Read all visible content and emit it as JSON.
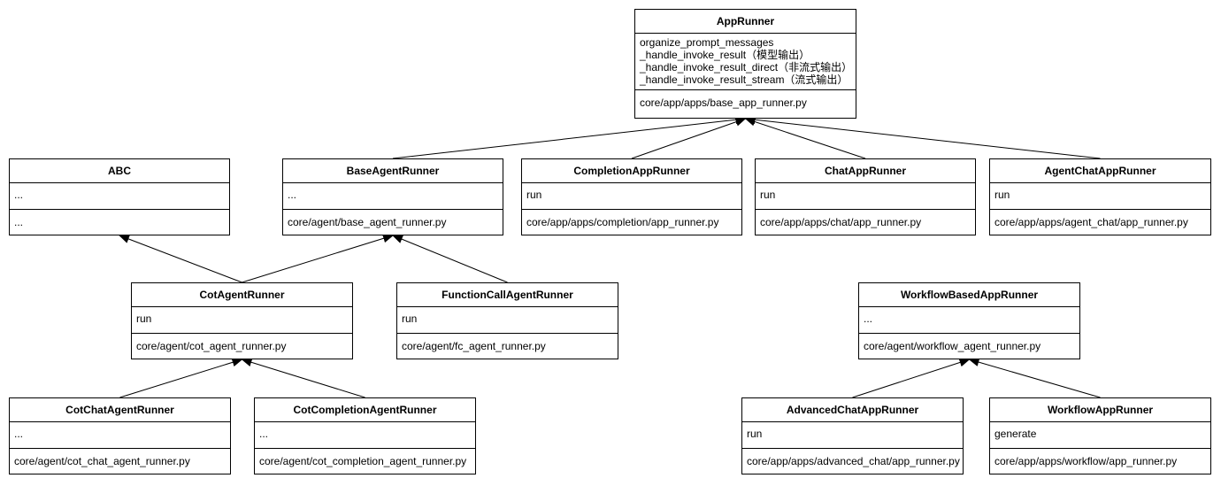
{
  "classes": {
    "app_runner": {
      "name": "AppRunner",
      "methods": [
        "organize_prompt_messages",
        "_handle_invoke_result（模型输出）",
        "_handle_invoke_result_direct（非流式输出）",
        "_handle_invoke_result_stream（流式输出）"
      ],
      "file": "core/app/apps/base_app_runner.py"
    },
    "abc": {
      "name": "ABC",
      "methods": "...",
      "file": "..."
    },
    "base_agent_runner": {
      "name": "BaseAgentRunner",
      "methods": "...",
      "file": "core/agent/base_agent_runner.py"
    },
    "completion_app_runner": {
      "name": "CompletionAppRunner",
      "methods": "run",
      "file": "core/app/apps/completion/app_runner.py"
    },
    "chat_app_runner": {
      "name": "ChatAppRunner",
      "methods": "run",
      "file": "core/app/apps/chat/app_runner.py"
    },
    "agent_chat_app_runner": {
      "name": "AgentChatAppRunner",
      "methods": "run",
      "file": "core/app/apps/agent_chat/app_runner.py"
    },
    "cot_agent_runner": {
      "name": "CotAgentRunner",
      "methods": "run",
      "file": "core/agent/cot_agent_runner.py"
    },
    "function_call_agent_runner": {
      "name": "FunctionCallAgentRunner",
      "methods": "run",
      "file": "core/agent/fc_agent_runner.py"
    },
    "workflow_based_app_runner": {
      "name": "WorkflowBasedAppRunner",
      "methods": "...",
      "file": "core/agent/workflow_agent_runner.py"
    },
    "cot_chat_agent_runner": {
      "name": "CotChatAgentRunner",
      "methods": "...",
      "file": "core/agent/cot_chat_agent_runner.py"
    },
    "cot_completion_agent_runner": {
      "name": "CotCompletionAgentRunner",
      "methods": "...",
      "file": "core/agent/cot_completion_agent_runner.py"
    },
    "advanced_chat_app_runner": {
      "name": "AdvancedChatAppRunner",
      "methods": "run",
      "file": "core/app/apps/advanced_chat/app_runner.py"
    },
    "workflow_app_runner": {
      "name": "WorkflowAppRunner",
      "methods": "generate",
      "file": "core/app/apps/workflow/app_runner.py"
    }
  },
  "inheritance": [
    {
      "child": "base_agent_runner",
      "parent": "app_runner"
    },
    {
      "child": "completion_app_runner",
      "parent": "app_runner"
    },
    {
      "child": "chat_app_runner",
      "parent": "app_runner"
    },
    {
      "child": "agent_chat_app_runner",
      "parent": "app_runner"
    },
    {
      "child": "cot_agent_runner",
      "parent": "abc"
    },
    {
      "child": "cot_agent_runner",
      "parent": "base_agent_runner"
    },
    {
      "child": "function_call_agent_runner",
      "parent": "base_agent_runner"
    },
    {
      "child": "cot_chat_agent_runner",
      "parent": "cot_agent_runner"
    },
    {
      "child": "cot_completion_agent_runner",
      "parent": "cot_agent_runner"
    },
    {
      "child": "advanced_chat_app_runner",
      "parent": "workflow_based_app_runner"
    },
    {
      "child": "workflow_app_runner",
      "parent": "workflow_based_app_runner"
    }
  ]
}
